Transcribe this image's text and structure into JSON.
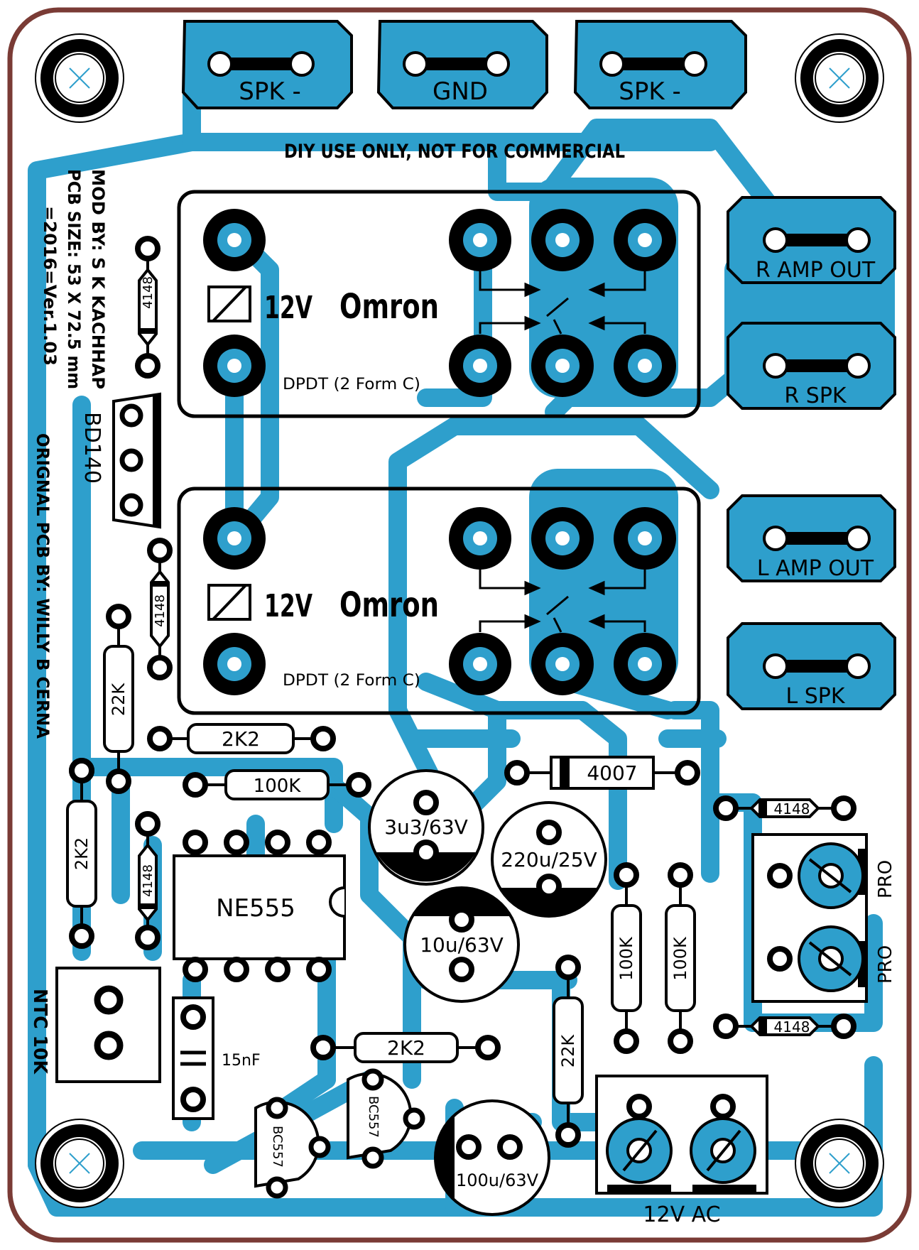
{
  "connectors": {
    "spk_minus_1": "SPK -",
    "gnd": "GND",
    "spk_minus_2": "SPK -",
    "r_amp_out": "R AMP OUT",
    "r_spk": "R  SPK",
    "l_amp_out": "L AMP OUT",
    "l_spk": "L  SPK",
    "ac_in": "12V AC",
    "ntc": "NTC 10K"
  },
  "notices": {
    "diy": "DIY USE ONLY, NOT FOR COMMERCIAL",
    "mod_by": "MOD BY: S K KACHHAP",
    "pcb_size": "PCB SIZE: 53 X 72.5 mm",
    "version": "=2016=Ver.1.03",
    "orig": "ORIGNAL PCB BY: WILLY B CERNA"
  },
  "relays": {
    "top": {
      "voltage": "12V",
      "brand": "Omron",
      "type": "DPDT (2 Form C)"
    },
    "bottom": {
      "voltage": "12V",
      "brand": "Omron",
      "type": "DPDT (2 Form C)"
    }
  },
  "components": {
    "d_4148_a": "4148",
    "d_4148_b": "4148",
    "d_4148_c": "4148",
    "d_4148_d": "4148",
    "d_4148_e": "4148",
    "d_4007": "4007",
    "bd140": "BD140",
    "r_22k_a": "22K",
    "r_22k_b": "22K",
    "r_2k2_a": "2K2",
    "r_2k2_b": "2K2",
    "r_2k2_c": "2K2",
    "r_100k_a": "100K",
    "r_100k_b": "100K",
    "r_100k_c": "100K",
    "ic": "NE555",
    "c_3u3": "3u3/63V",
    "c_220u": "220u/25V",
    "c_10u": "10u/63V",
    "c_100u": "100u/63V",
    "c_15n": "15nF",
    "q1": "BC557",
    "q2": "BC557",
    "pro1": "PRO",
    "pro2": "PRO"
  },
  "colors": {
    "copper": "#2e9fcc",
    "border": "#7a3b35",
    "silk": "#000000",
    "board": "#ffffff"
  }
}
